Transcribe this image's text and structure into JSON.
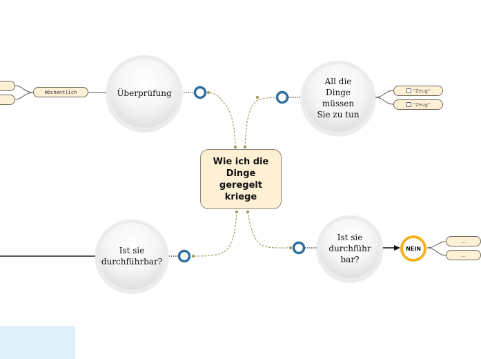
{
  "center": {
    "label": "Wie ich die Dinge geregelt kriege"
  },
  "topics": {
    "ueberpruefung": {
      "label": "Überprüfung",
      "sub": "Wöchentlich"
    },
    "all_die_dinge": {
      "label": "All die Dinge müssen Sie zu tun",
      "items": [
        "\"Zeug\"",
        "\"Zeug\""
      ]
    },
    "durchfuehrbar_left": {
      "label": "Ist sie durchführbar?"
    },
    "durchfuehrbar_right": {
      "label": "Ist sie durchführ bar?",
      "answer": "NEIN",
      "items": [
        "...",
        "..."
      ]
    }
  },
  "colors": {
    "connector": "#a59b5e",
    "port": "#2c6e9e",
    "nein_ring": "#f4b21b",
    "node_fill": "#fdf0d5"
  }
}
